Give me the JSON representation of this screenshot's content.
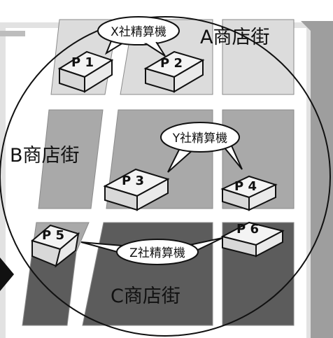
{
  "districts": {
    "a": {
      "label": "A商店街",
      "color": "#dcdcdc"
    },
    "b": {
      "label": "B商店街",
      "color": "#a9a9a9"
    },
    "c": {
      "label": "C商店街",
      "color": "#5c5c5c"
    }
  },
  "parking": {
    "p1": "P 1",
    "p2": "P 2",
    "p3": "P 3",
    "p4": "P 4",
    "p5": "P 5",
    "p6": "P 6"
  },
  "machines": {
    "x": "X社精算機",
    "y": "Y社精算機",
    "z": "Z社精算機"
  },
  "colors": {
    "road": "#ffffff",
    "outline": "#111111",
    "frame": "#bdbdbd",
    "box_face": "#f2f2f2"
  }
}
